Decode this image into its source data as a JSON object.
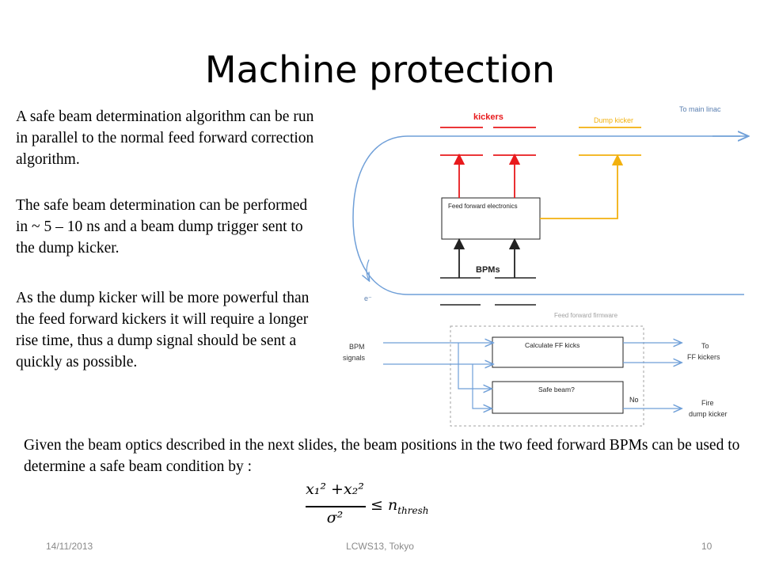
{
  "slide": {
    "title": "Machine protection",
    "paragraphs": [
      "A safe beam determination algorithm can be run in parallel to the normal feed forward correction algorithm.",
      "The safe beam determination can be performed in ~ 5 – 10 ns and a beam dump trigger sent to the dump kicker.",
      "As the dump kicker will be more powerful than the feed forward kickers it will require a longer rise time, thus a dump signal should be sent a quickly as possible."
    ],
    "bottom_text": "Given the beam optics described in the next slides, the beam positions in the two feed forward BPMs can be used to determine a safe beam condition by :",
    "formula": {
      "numerator": "x₁² +x₂²",
      "denominator": "σ²",
      "rhs": "≤ n",
      "rhs_sub": "thresh"
    },
    "footer": {
      "date": "14/11/2013",
      "event": "LCWS13, Tokyo",
      "page": "10"
    }
  },
  "diagram": {
    "labels": {
      "kickers": "kickers",
      "dump_kicker": "Dump kicker",
      "to_main_linac": "To main linac",
      "ff_electronics": "Feed forward electronics",
      "bpms": "BPMs",
      "electron": "e⁻",
      "ff_firmware": "Feed forward firmware",
      "bpm_signals_1": "BPM",
      "bpm_signals_2": "signals",
      "calc_ff_kicks": "Calculate FF kicks",
      "safe_beam": "Safe beam?",
      "no": "No",
      "to_1": "To",
      "to_2": "FF kickers",
      "fire_1": "Fire",
      "fire_2": "dump kicker"
    },
    "colors": {
      "kicker_red": "#e8191c",
      "dump_yellow": "#f2b10e",
      "beam_blue": "#6f9fd8",
      "line_dark": "#222222",
      "firmware_gray": "#a0a0a0"
    }
  }
}
